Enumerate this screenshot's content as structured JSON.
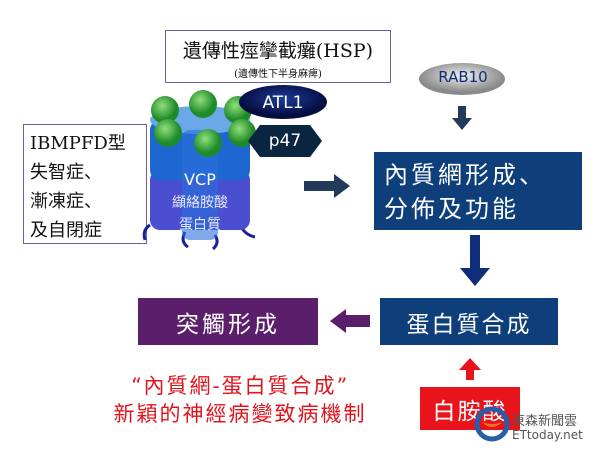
{
  "hsp": {
    "title": "遺傳性痙攣截癱(HSP)",
    "subtitle": "(遺傳性下半身麻痺)"
  },
  "ibmpfd": {
    "lines": [
      "IBMPFD型",
      "失智症、",
      "漸凍症、",
      "及自閉症"
    ]
  },
  "vcp": {
    "name": "VCP",
    "desc1": "纈絡胺酸",
    "desc2": "蛋白質"
  },
  "atl1": "ATL1",
  "p47": "p47",
  "rab10": "RAB10",
  "er": {
    "line1": "內質網形成、",
    "line2": "分佈及功能"
  },
  "protein_synthesis": "蛋白質合成",
  "synapse": "突觸形成",
  "serine": "白胺酸",
  "caption": {
    "line1": "“內質網-蛋白質合成”",
    "line2": "新穎的神經病變致病機制"
  },
  "watermark": {
    "cn": "東森新聞雲",
    "en": "ETtoday.net"
  },
  "colors": {
    "navy": "#0e3f7b",
    "purple": "#5b1e6a",
    "red": "#e8131b"
  }
}
